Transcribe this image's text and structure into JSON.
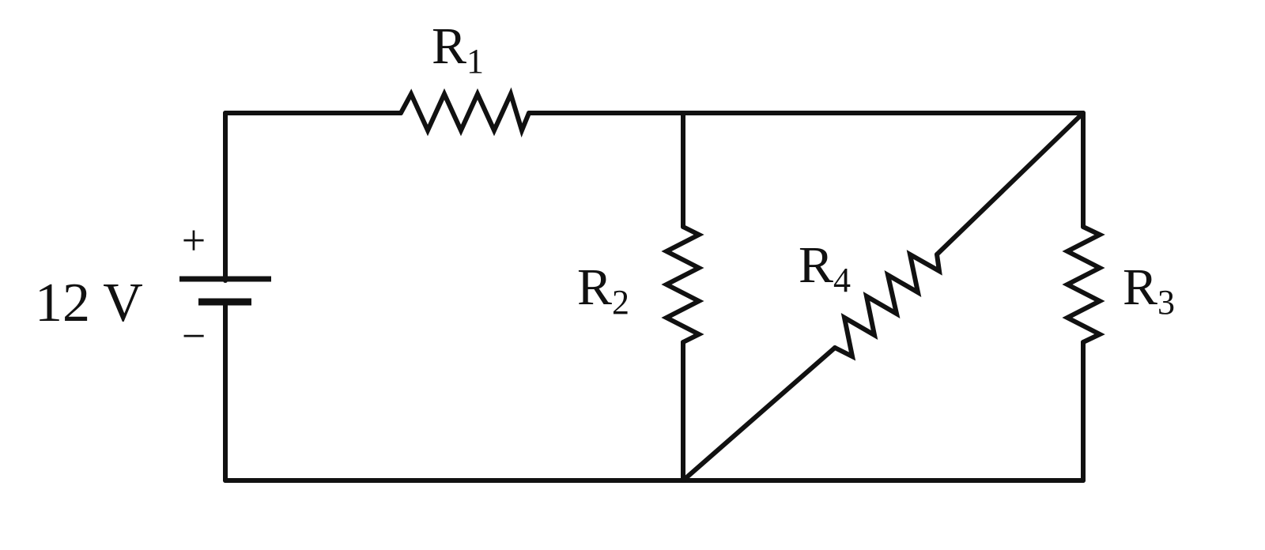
{
  "circuit": {
    "source": {
      "voltage_label": "12 V",
      "positive_label": "+",
      "negative_label": "−"
    },
    "resistors": [
      {
        "id": "r1",
        "letter": "R",
        "subscript": "1"
      },
      {
        "id": "r2",
        "letter": "R",
        "subscript": "2"
      },
      {
        "id": "r3",
        "letter": "R",
        "subscript": "3"
      },
      {
        "id": "r4",
        "letter": "R",
        "subscript": "4"
      }
    ]
  }
}
